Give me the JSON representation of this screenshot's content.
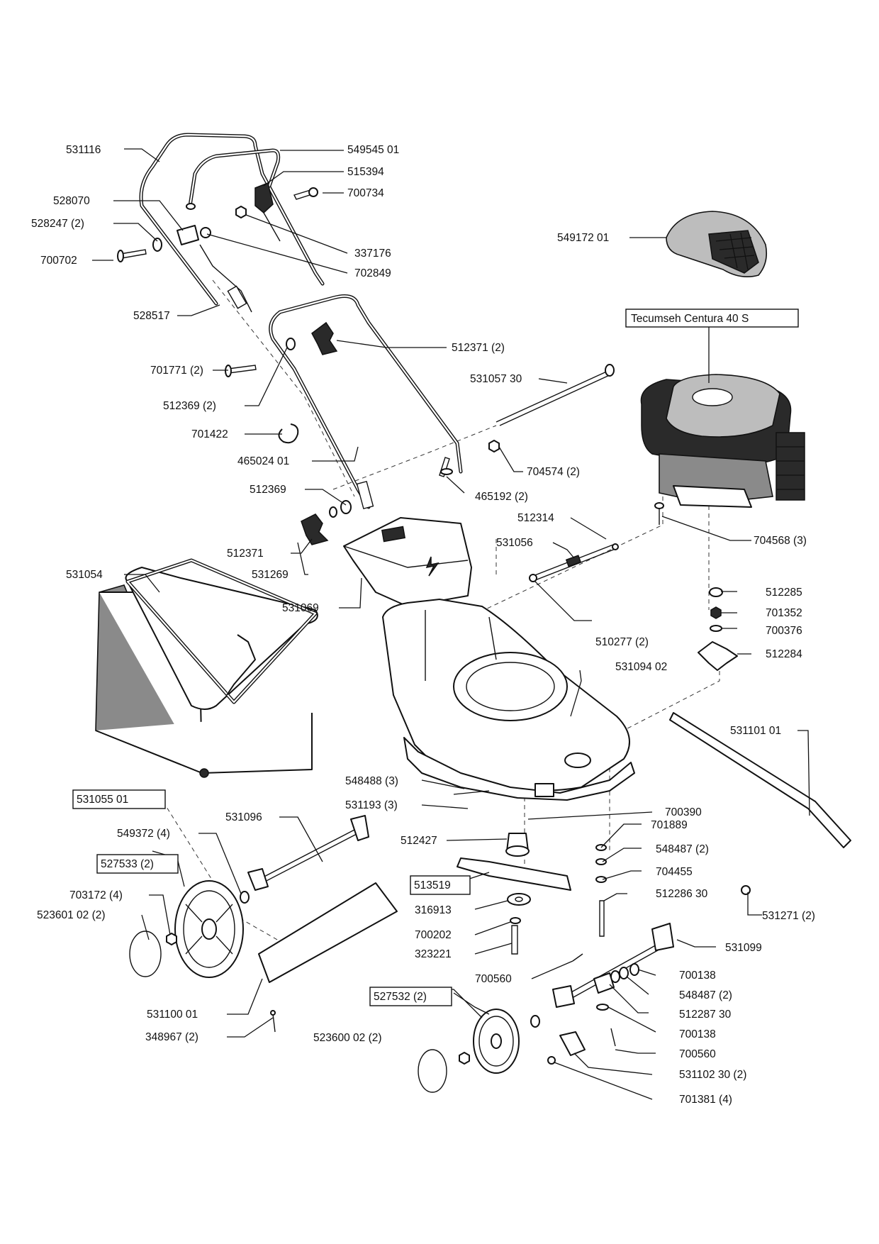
{
  "labels": {
    "l531116": "531116",
    "l549545": "549545 01",
    "l515394": "515394",
    "l700734": "700734",
    "l528070": "528070",
    "l528247": "528247 (2)",
    "l700702": "700702",
    "l337176": "337176",
    "l702849": "702849",
    "l528517": "528517",
    "l549172": "549172 01",
    "l512371a": "512371 (2)",
    "l701771": "701771 (2)",
    "l512369a": "512369 (2)",
    "l531057": "531057 30",
    "l701422": "701422",
    "l465024": "465024 01",
    "l704574": "704574 (2)",
    "l465192": "465192 (2)",
    "l512369b": "512369",
    "l512314": "512314",
    "l531056": "531056",
    "l704568": "704568 (3)",
    "l512371b": "512371",
    "l531269": "531269",
    "l531054": "531054",
    "l531069": "531069",
    "l512285": "512285",
    "l701352": "701352",
    "l700376": "700376",
    "l510277": "510277 (2)",
    "l512284": "512284",
    "l531094": "531094 02",
    "l531101": "531101 01",
    "l548488": "548488 (3)",
    "l531193": "531193 (3)",
    "l700390": "700390",
    "l531096": "531096",
    "l701889": "701889",
    "l549372": "549372 (4)",
    "l512427": "512427",
    "l548487a": "548487 (2)",
    "l703172": "703172 (4)",
    "l704455": "704455",
    "l523601": "523601 02 (2)",
    "l316913": "316913",
    "l512286": "512286 30",
    "l531271": "531271 (2)",
    "l700202": "700202",
    "l323221": "323221",
    "l531099": "531099",
    "l700560a": "700560",
    "l700138a": "700138",
    "l548487b": "548487 (2)",
    "l512287": "512287 30",
    "l531100": "531100 01",
    "l523600": "523600 02 (2)",
    "l700138b": "700138",
    "l348967": "348967 (2)",
    "l700560b": "700560",
    "l531102": "531102 30 (2)",
    "l701381": "701381 (4)"
  },
  "boxed_labels": {
    "engine": "Tecumseh Centura 40 S",
    "b531055": "531055 01",
    "b527533": "527533 (2)",
    "b513519": "513519",
    "b527532": "527532 (2)"
  }
}
